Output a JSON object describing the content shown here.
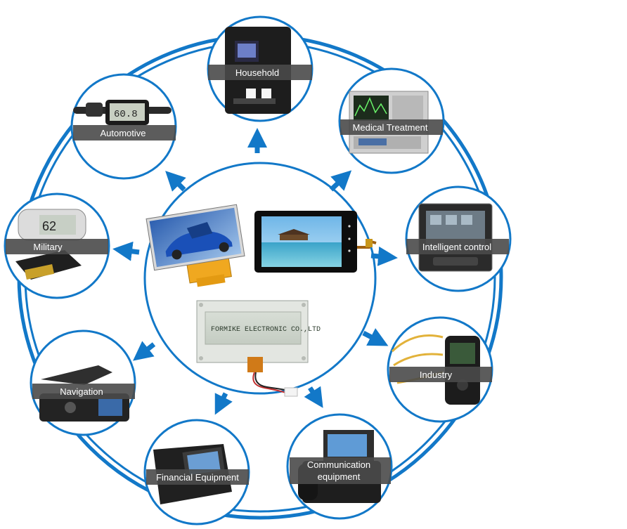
{
  "center": {
    "lcd_text": "FORMIKE ELECTRONIC CO.,LTD"
  },
  "applications": [
    {
      "id": "household",
      "label": "Household"
    },
    {
      "id": "medical",
      "label": "Medical Treatment"
    },
    {
      "id": "intelligent",
      "label": "Intelligent control"
    },
    {
      "id": "industry",
      "label": "Industry"
    },
    {
      "id": "communication",
      "label_line1": "Communication",
      "label_line2": "equipment"
    },
    {
      "id": "financial",
      "label": "Financial Equipment"
    },
    {
      "id": "navigation",
      "label": "Navigation"
    },
    {
      "id": "military",
      "label": "Military"
    },
    {
      "id": "automotive",
      "label": "Automotive"
    }
  ],
  "colors": {
    "ring_blue": "#1278c8",
    "arrow_blue": "#1278c8",
    "label_band": "#4a4a4a",
    "label_text": "#ffffff"
  },
  "icons": [
    "coffee-machine-icon",
    "spectrum-analyzer-icon",
    "wall-control-panel-icon",
    "handheld-terminal-icon",
    "ip-phone-icon",
    "pos-terminal-icon",
    "car-navigator-icon",
    "bike-computer-icon",
    "ebike-display-icon"
  ]
}
